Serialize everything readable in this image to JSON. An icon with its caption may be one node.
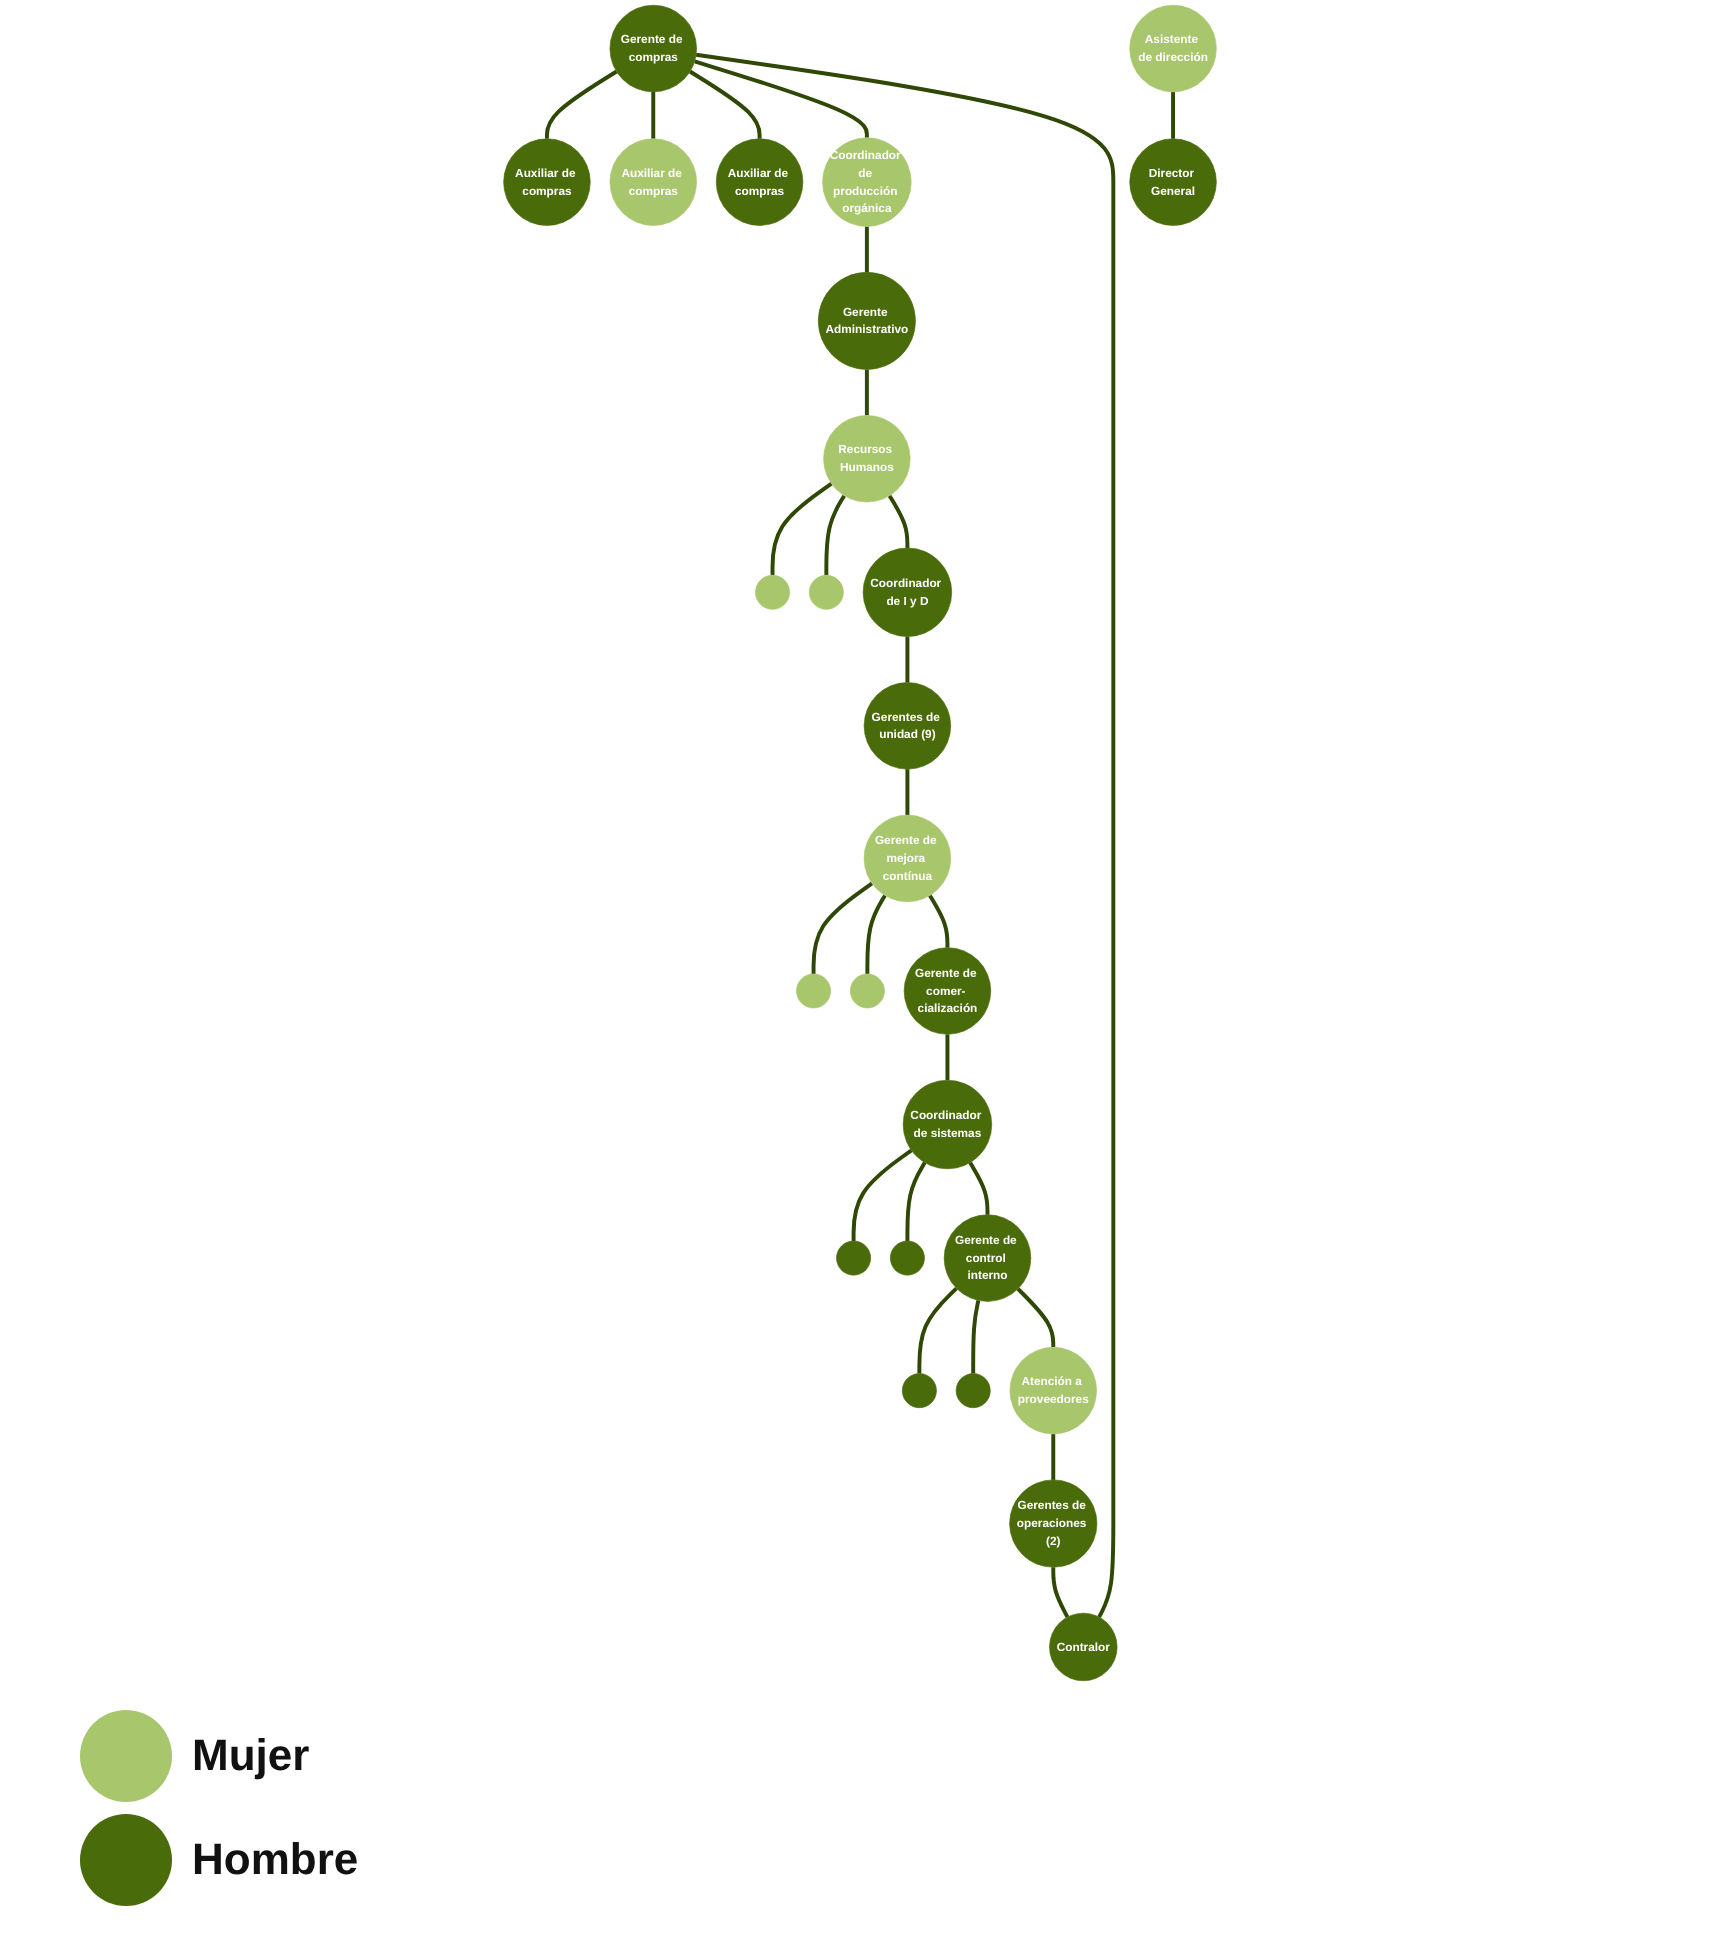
{
  "diagram": {
    "nodes": [
      {
        "text": [
          "Auxiliar de compras"
        ]
      },
      {
        "text": [
          "Auxiliar de compras"
        ]
      },
      {
        "text": [
          "Auxiliar de compras"
        ]
      },
      {
        "text": [
          "Gerente de compras"
        ]
      },
      {
        "text": [
          "Contralor"
        ]
      },
      {
        "text": [
          "Coordinador de producción orgánica"
        ]
      },
      {
        "text": [
          "Gerentes de operaciones (2)"
        ]
      },
      {
        "text": [
          "Gerente Administrativo"
        ]
      },
      {
        "text": [
          "Asistente de dirección"
        ]
      },
      {
        "text": [],
        "shape": "circle"
      },
      {
        "text": [
          "Atención a proveedores"
        ]
      },
      {
        "text": [
          "Recursos Humanos"
        ]
      },
      {
        "text": [],
        "shape": "circle"
      },
      {
        "text": [
          "Director General"
        ]
      },
      {
        "text": [],
        "shape": "circle"
      },
      {
        "text": [
          "Gerente de control interno"
        ]
      },
      {
        "text": [],
        "shape": "circle"
      },
      {
        "text": [
          "Coordinador de I y D"
        ]
      },
      {
        "text": [],
        "shape": "circle"
      },
      {
        "text": [
          "Coordinador de sistemas"
        ]
      },
      {
        "text": [
          "Gerentes de unidad (9)"
        ]
      },
      {
        "text": [
          "Gerente de comer- cialización"
        ]
      },
      {
        "text": [
          "Gerente de mejora contínua"
        ]
      },
      {
        "text": [],
        "shape": "circle"
      },
      {
        "text": [],
        "shape": "circle"
      },
      {
        "text": [],
        "shape": "circle"
      }
    ],
    "edges": [
      {
        "from": 3,
        "to": 0,
        "arrow": "none"
      },
      {
        "from": 3,
        "to": 1,
        "arrow": "none"
      },
      {
        "from": 3,
        "to": 2,
        "arrow": "none"
      },
      {
        "from": 3,
        "to": 5,
        "arrow": "none"
      },
      {
        "from": 5,
        "to": 7,
        "arrow": "none"
      },
      {
        "from": 7,
        "to": 11,
        "arrow": "none"
      },
      {
        "from": 11,
        "to": 9,
        "arrow": "none"
      },
      {
        "from": 11,
        "to": 12,
        "arrow": "none"
      },
      {
        "from": 11,
        "to": 17,
        "arrow": "none"
      },
      {
        "from": 17,
        "to": 20,
        "arrow": "none"
      },
      {
        "from": 20,
        "to": 22,
        "arrow": "none"
      },
      {
        "from": 22,
        "to": 24,
        "arrow": "none"
      },
      {
        "from": 22,
        "to": 25,
        "arrow": "none"
      },
      {
        "from": 22,
        "to": 21,
        "arrow": "none"
      },
      {
        "from": 21,
        "to": 19,
        "arrow": "none"
      },
      {
        "from": 19,
        "to": 18,
        "arrow": "none"
      },
      {
        "from": 19,
        "to": 23,
        "arrow": "none"
      },
      {
        "from": 19,
        "to": 15,
        "arrow": "none"
      },
      {
        "from": 15,
        "to": 14,
        "arrow": "none"
      },
      {
        "from": 15,
        "to": 16,
        "arrow": "none"
      },
      {
        "from": 15,
        "to": 10,
        "arrow": "none"
      },
      {
        "from": 10,
        "to": 6,
        "arrow": "none"
      },
      {
        "from": 6,
        "to": 4,
        "arrow": "none"
      },
      {
        "from": 4,
        "to": 3,
        "arrow": "none"
      },
      {
        "from": 8,
        "to": 13,
        "arrow": "none"
      }
    ],
    "legend": [
      {
        "text": "Mujer",
        "color": "#a8c66c"
      },
      {
        "text": "Hombre",
        "color": "#4a6b0a"
      }
    ]
  }
}
